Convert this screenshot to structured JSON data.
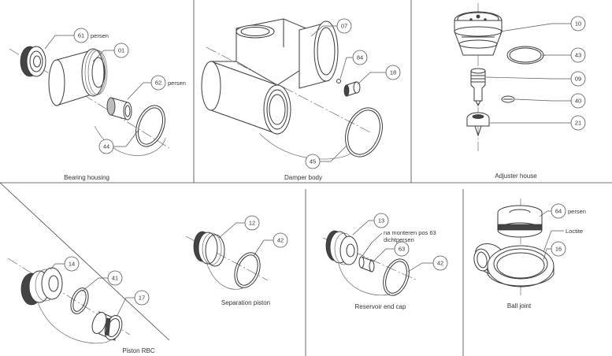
{
  "captions": {
    "bearing_housing": "Bearing housing",
    "damper_body": "Damper body",
    "adjuster_house": "Adjuster house",
    "piston_rbc": "Piston RBC",
    "separation_piston": "Separation piston",
    "reservoir_end_cap": "Reservoir end cap",
    "ball_joint": "Ball joint"
  },
  "balloons": {
    "b61": "61",
    "b01": "01",
    "b62": "62",
    "b44": "44",
    "b07": "07",
    "b84": "84",
    "b18": "18",
    "b45": "45",
    "b10": "10",
    "b43": "43",
    "b09": "09",
    "b40": "40",
    "b21": "21",
    "b14": "14",
    "b41": "41",
    "b17": "17",
    "b12": "12",
    "b42a": "42",
    "b13": "13",
    "b63": "63",
    "b42b": "42",
    "b64": "64",
    "b16": "16"
  },
  "notes": {
    "persen_61": "persen",
    "persen_62": "persen",
    "persen_64": "persen",
    "mount_note_line1": "na monteren pos 63",
    "mount_note_line2": "dichtpersen",
    "loctite": "Loctite"
  }
}
